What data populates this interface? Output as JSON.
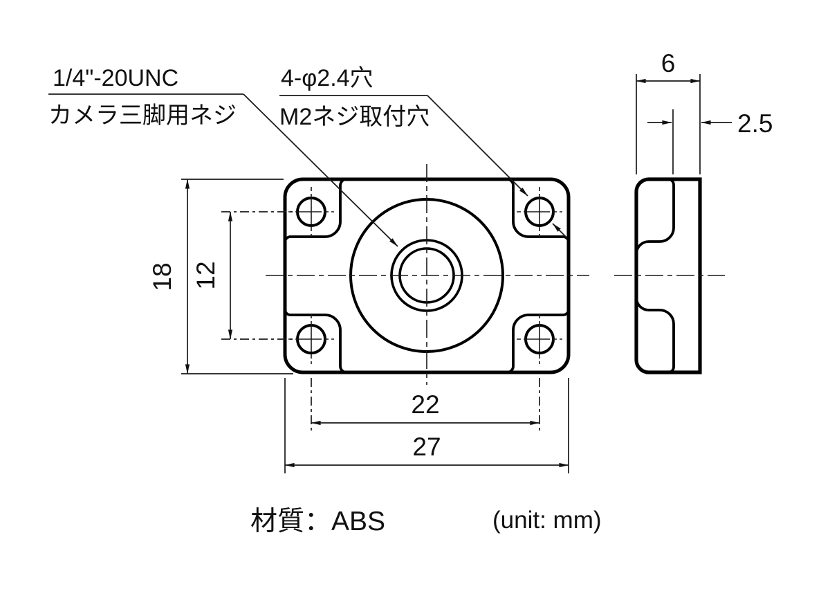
{
  "drawing": {
    "callouts": {
      "tripod": {
        "line1": "1/4\"-20UNC",
        "line2": "カメラ三脚用ネジ"
      },
      "mounting": {
        "line1": "4-φ2.4穴",
        "line2": "M2ネジ取付穴"
      }
    },
    "dimensions": {
      "plate_height": "18",
      "hole_pitch_vertical": "12",
      "hole_pitch_horizontal": "22",
      "plate_width": "27",
      "total_thickness": "6",
      "base_thickness": "2.5"
    },
    "notes": {
      "material": "材質：ABS",
      "unit": "(unit: mm)"
    },
    "colors": {
      "line": "#000000",
      "thin_line": "#1a1a1a",
      "background": "#ffffff"
    }
  }
}
